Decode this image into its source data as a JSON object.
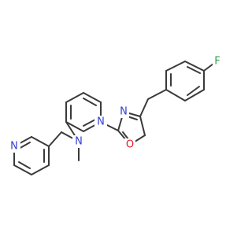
{
  "molecule": {
    "atoms": {
      "fluorine": {
        "symbol": "F",
        "color": "#2fa04a"
      },
      "oxadiazole_n": {
        "symbol": "N",
        "color": "#2f3fd6"
      },
      "oxadiazole_o": {
        "symbol": "O",
        "color": "#e02020"
      },
      "pyridine_n": {
        "symbol": "N",
        "color": "#2f3fd6"
      },
      "amine_n": {
        "symbol": "N",
        "color": "#2f3fd6"
      },
      "pyridylmethyl_n": {
        "symbol": "N",
        "color": "#2f3fd6"
      }
    },
    "bond_color": "#3a3a3a"
  }
}
